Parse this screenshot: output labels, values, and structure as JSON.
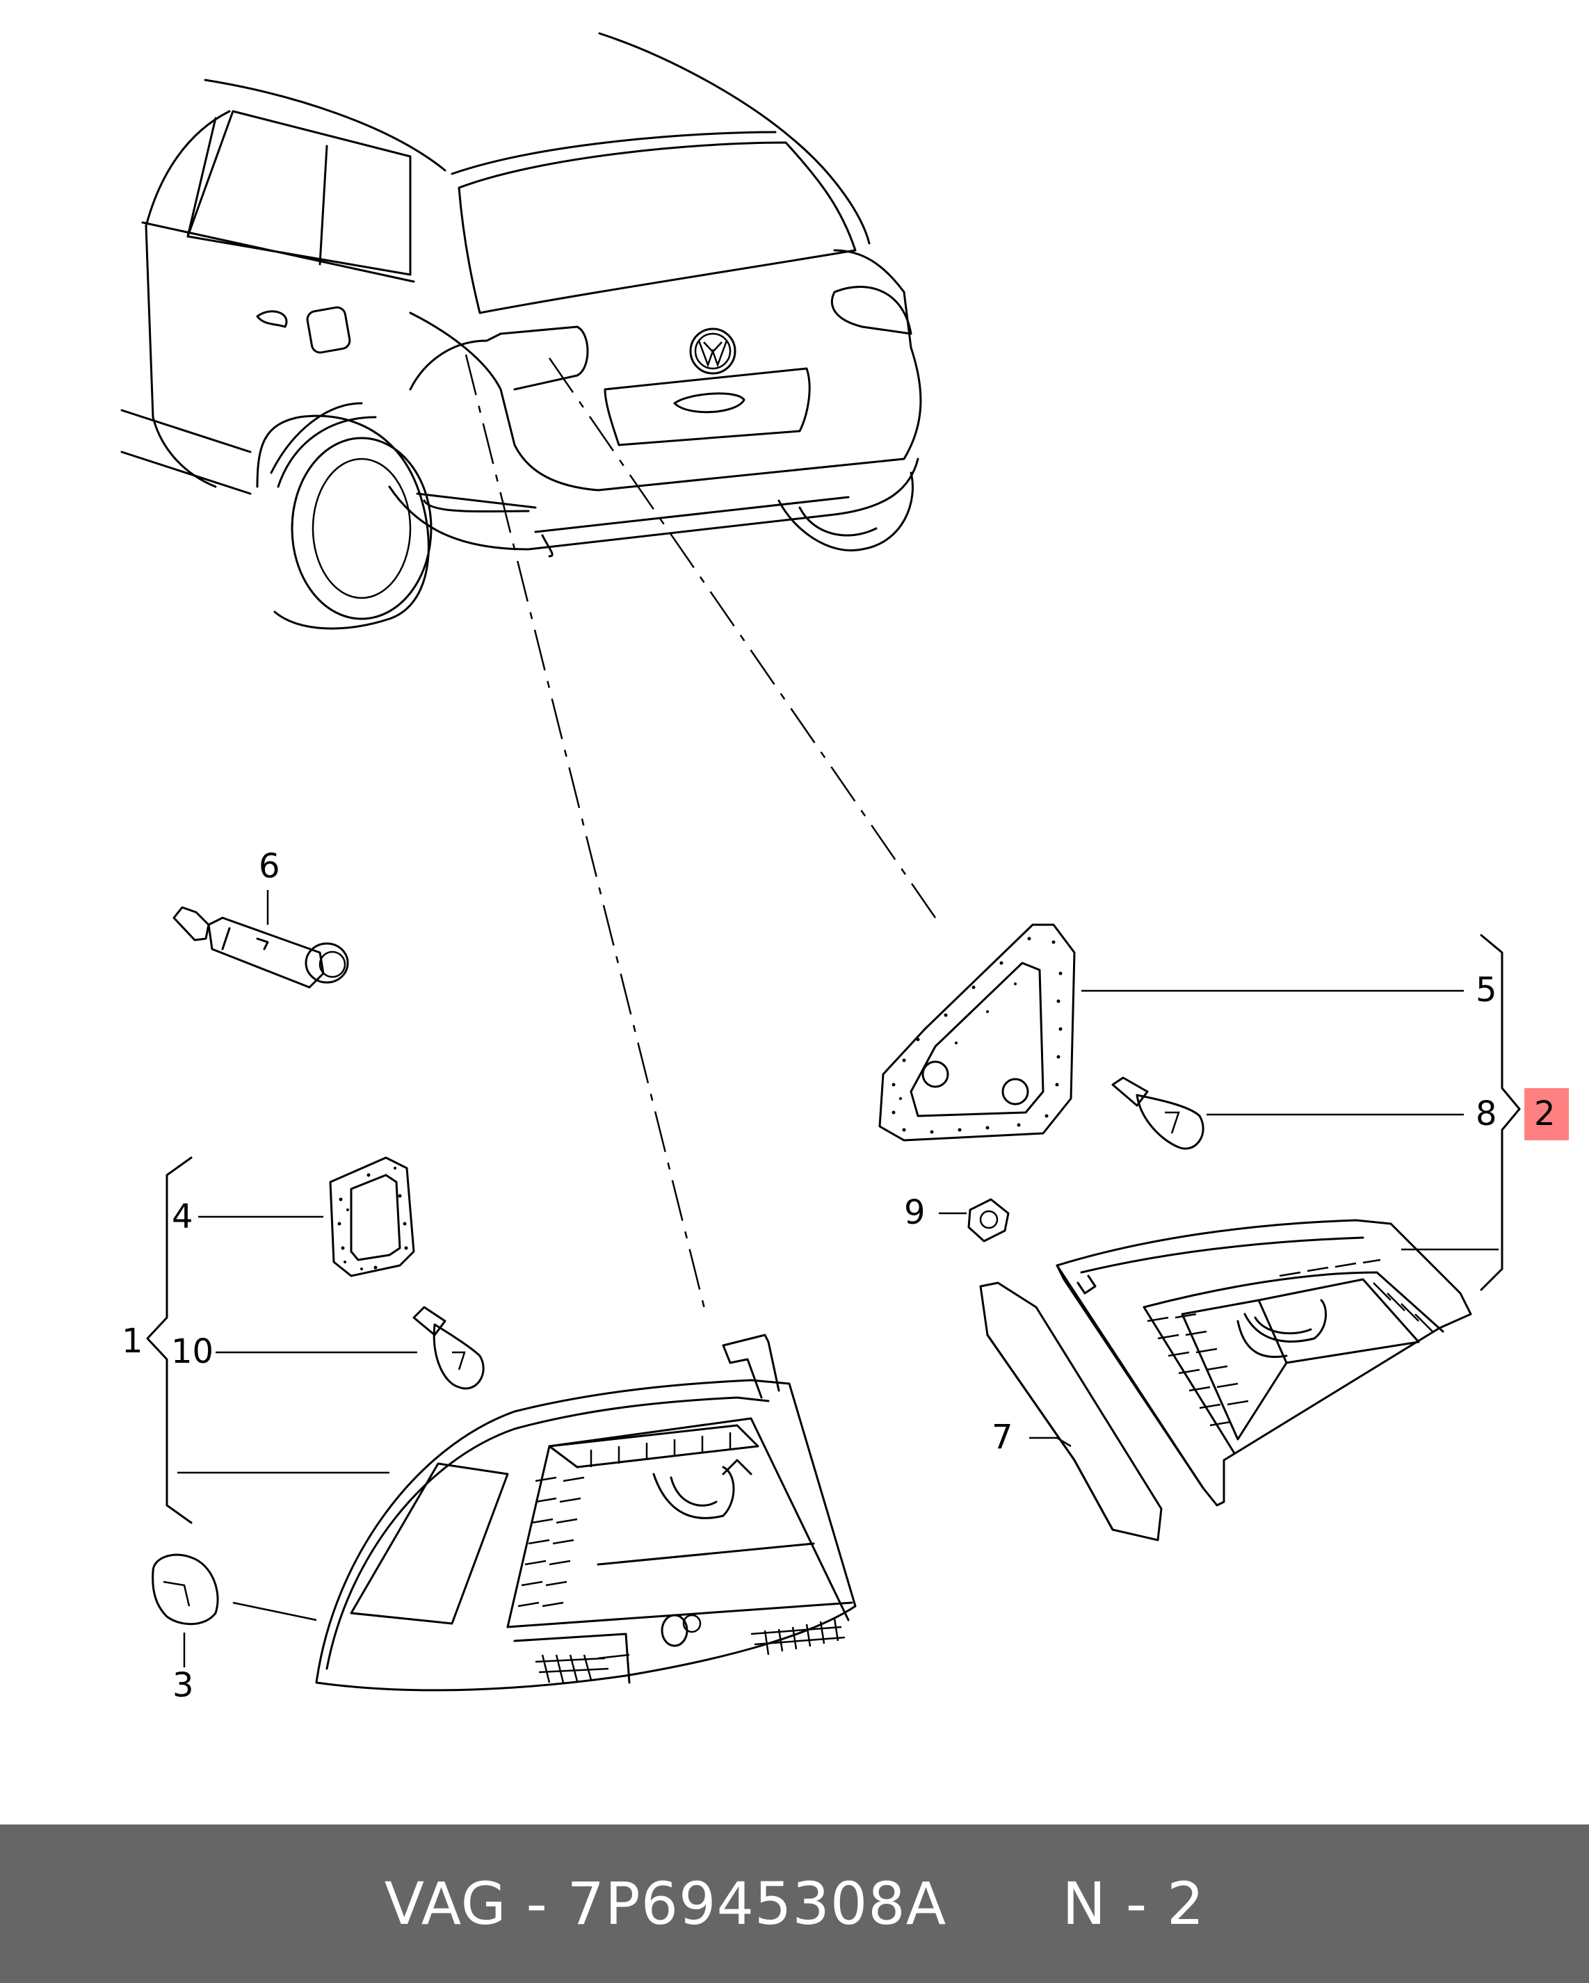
{
  "callouts": {
    "c1": "1",
    "c2": "2",
    "c3": "3",
    "c4": "4",
    "c5": "5",
    "c6": "6",
    "c7": "7",
    "c8": "8",
    "c9": "9",
    "c10": "10"
  },
  "highlight_color": "#ff8080",
  "footer": {
    "brand": "VAG",
    "separator": " - ",
    "part_number": "7P6945308A",
    "position_label": "N - 2"
  },
  "footer_bg": "#666666"
}
